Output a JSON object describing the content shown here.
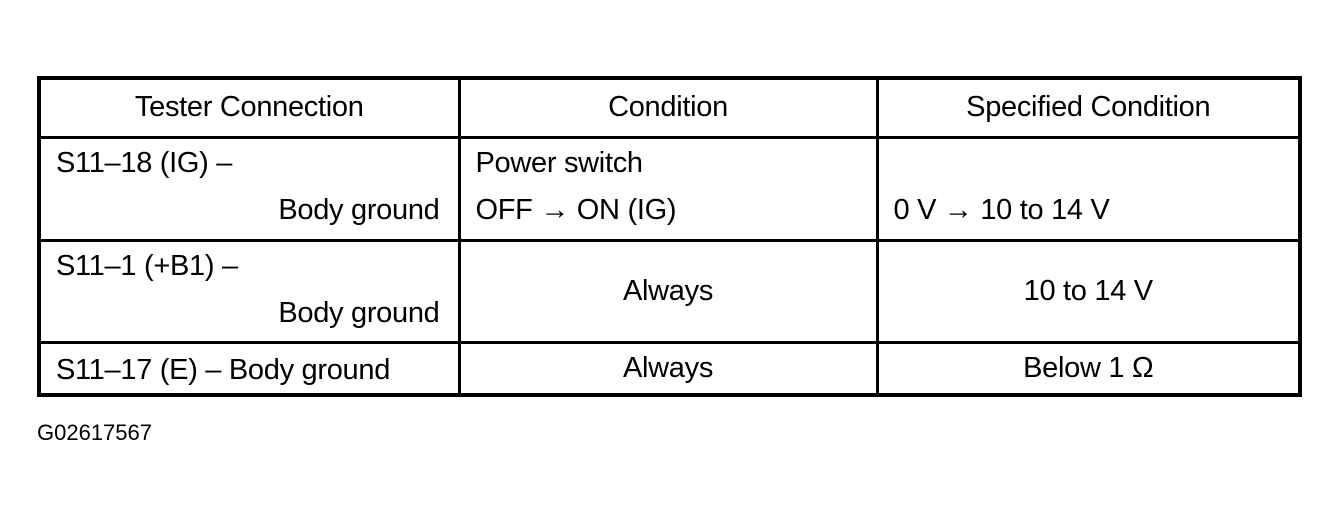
{
  "table": {
    "headers": [
      "Tester Connection",
      "Condition",
      "Specified Condition"
    ],
    "rows": [
      {
        "connection_line1": "S11–18 (IG) –",
        "connection_line2": "Body ground",
        "condition_line1": "Power switch",
        "condition_line2": "OFF → ON (IG)",
        "specified": "0 V → 10 to 14 V"
      },
      {
        "connection_line1": "S11–1 (+B1) –",
        "connection_line2": "Body ground",
        "condition": "Always",
        "specified": "10 to 14 V"
      },
      {
        "connection": "S11–17 (E) – Body ground",
        "condition": "Always",
        "specified": "Below 1 Ω"
      }
    ]
  },
  "figure_id": "G02617567"
}
